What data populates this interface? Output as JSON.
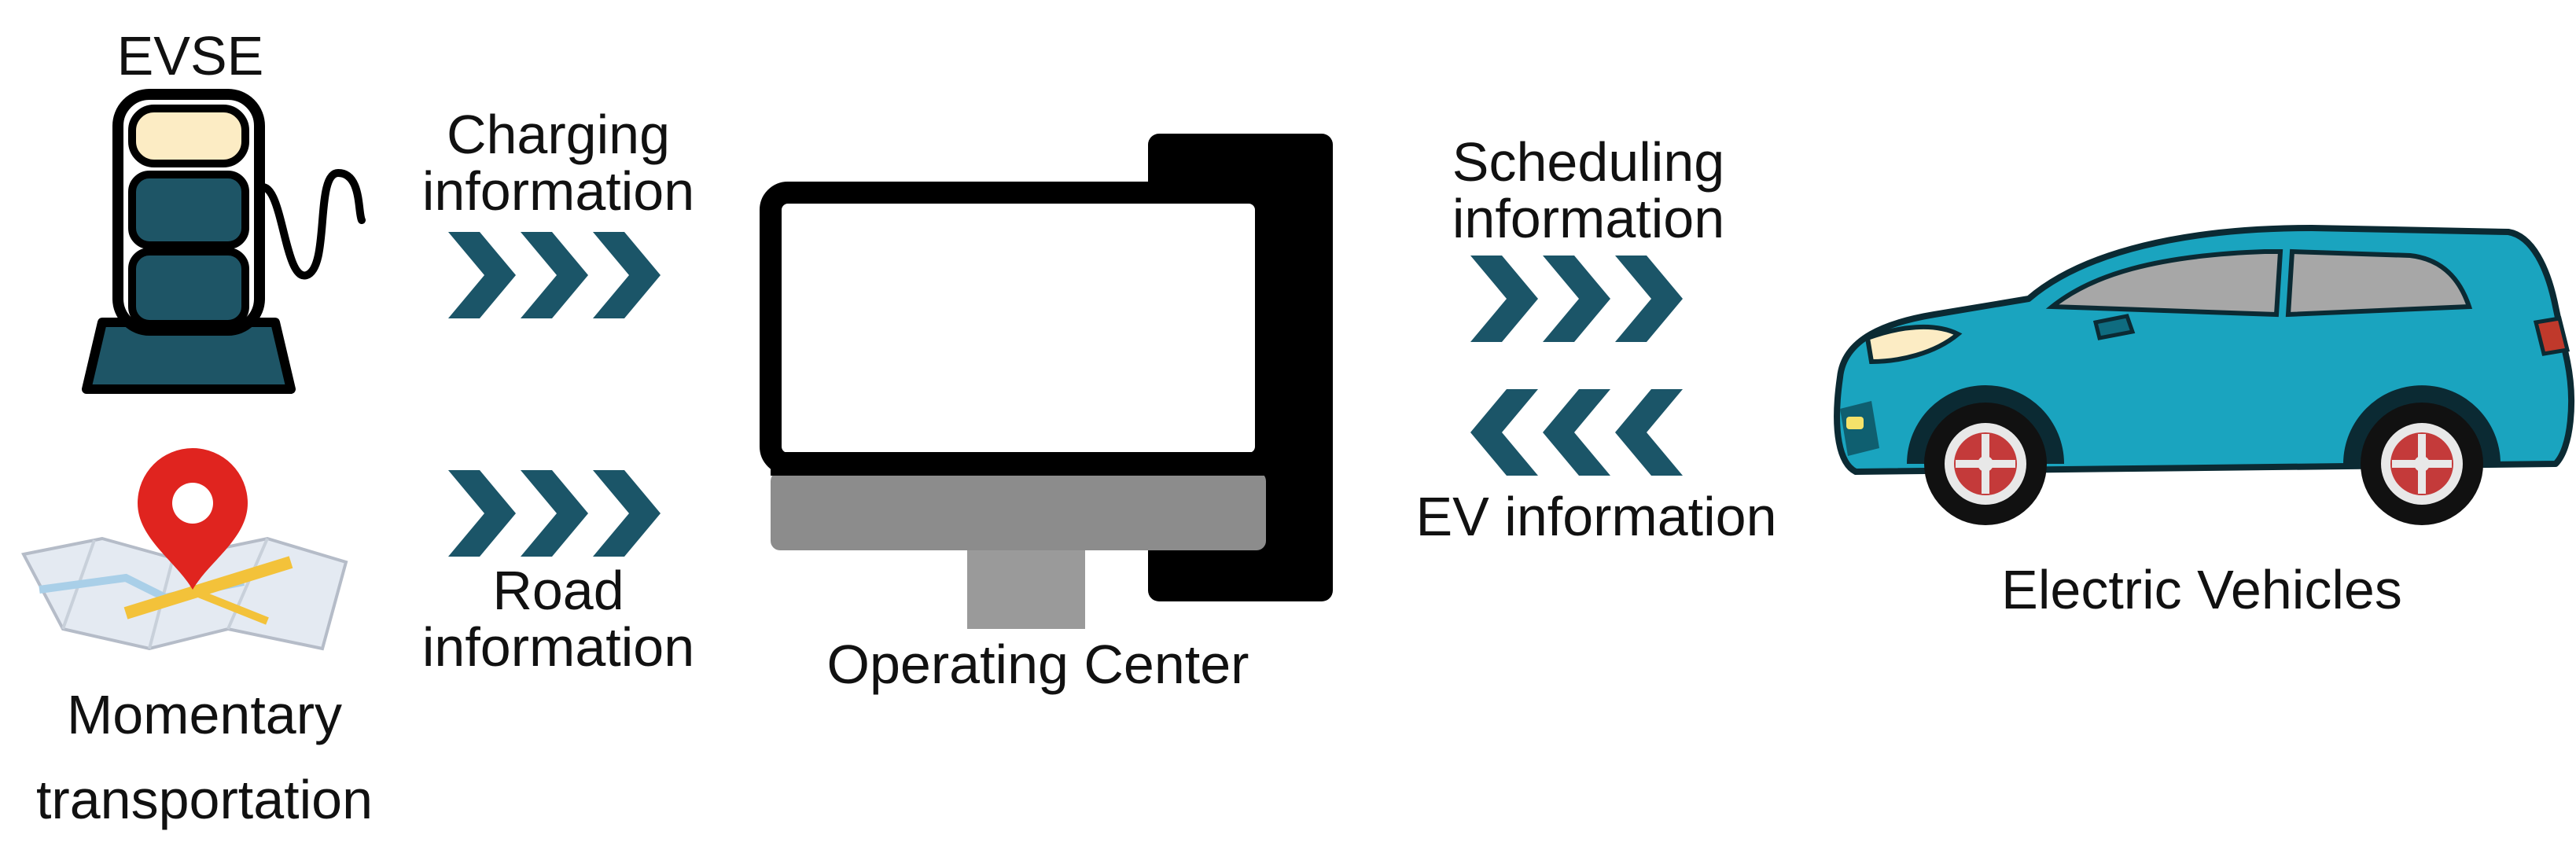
{
  "nodes": {
    "evse": {
      "label": "EVSE"
    },
    "transport": {
      "label_line1": "Momentary",
      "label_line2": "transportation"
    },
    "center": {
      "label": "Operating Center"
    },
    "vehicles": {
      "label": "Electric Vehicles"
    }
  },
  "flows": {
    "charging": {
      "line1": "Charging",
      "line2": "information",
      "direction": "right"
    },
    "road": {
      "line1": "Road",
      "line2": "information",
      "direction": "right"
    },
    "scheduling": {
      "line1": "Scheduling",
      "line2": "information",
      "direction": "right"
    },
    "ev": {
      "label": "EV information",
      "direction": "left"
    }
  },
  "colors": {
    "arrow": "#1b5568",
    "station_body": "#1e5566",
    "station_screen": "#fcecc4",
    "car_body": "#1aa4bf",
    "pin": "#e0241f",
    "monitor_frame": "#111111",
    "monitor_stand": "#9a9a9a"
  },
  "icons": [
    "ev-charging-station-icon",
    "map-pin-icon",
    "computer-monitor-icon",
    "chevron-arrows-icon",
    "electric-car-icon"
  ]
}
